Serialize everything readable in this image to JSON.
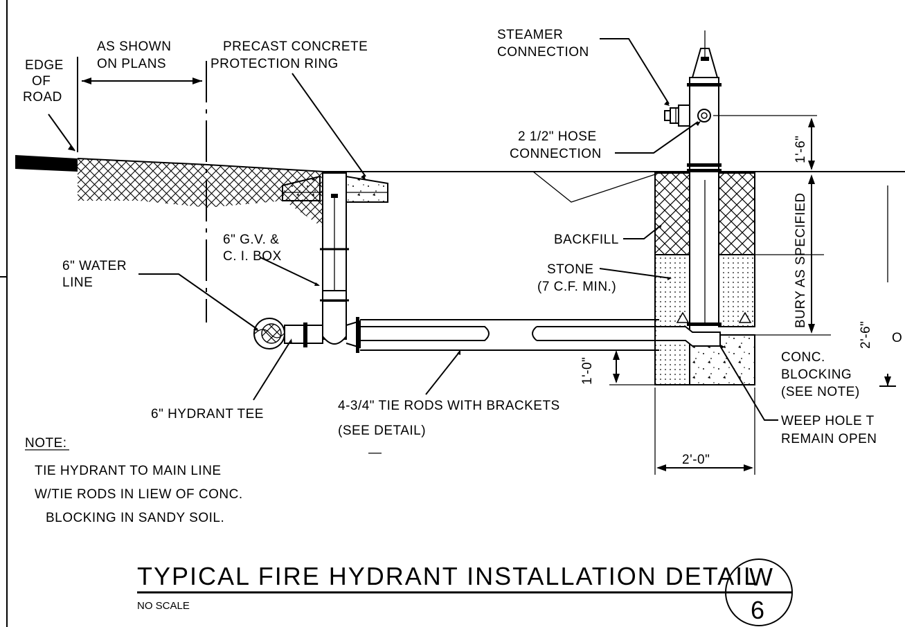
{
  "labels": {
    "edge_of_road": [
      "EDGE",
      "OF",
      "ROAD"
    ],
    "as_shown": [
      "AS SHOWN",
      "ON PLANS"
    ],
    "precast_ring": [
      "PRECAST CONCRETE",
      "PROTECTION RING"
    ],
    "steamer_connection": [
      "STEAMER",
      "CONNECTION"
    ],
    "hose_connection": [
      "2 1/2\" HOSE",
      "CONNECTION"
    ],
    "dim_hose_height": "1'-6\"",
    "bury": "BURY AS SPECIFIED",
    "backfill": "BACKFILL",
    "gate_valve": [
      "6\" G.V. &",
      "C. I. BOX"
    ],
    "water_line": [
      "6\" WATER",
      "LINE"
    ],
    "stone": [
      "STONE",
      "(7 C.F. MIN.)"
    ],
    "dim_2_6": "2'-6\"",
    "dim_2_6_suffix": "O",
    "conc_blocking": [
      "CONC.",
      "BLOCKING",
      "(SEE NOTE)"
    ],
    "dim_1_0": "1'-0\"",
    "hydrant_tee": "6\" HYDRANT TEE",
    "tie_rods": [
      "4-3/4\" TIE RODS WITH BRACKETS",
      "(SEE DETAIL)"
    ],
    "weep_hole": [
      "WEEP HOLE T",
      "REMAIN OPEN"
    ],
    "dim_2_0": "2'-0\"",
    "dash_mark": "—"
  },
  "note": {
    "heading": "NOTE:",
    "lines": [
      "TIE HYDRANT TO MAIN LINE",
      "W/TIE RODS IN LIEW OF CONC.",
      "BLOCKING IN SANDY SOIL."
    ]
  },
  "title_block": {
    "title": "TYPICAL FIRE HYDRANT INSTALLATION DETAIL",
    "scale": "NO SCALE",
    "sheet_letter": "W",
    "sheet_number": "6"
  }
}
